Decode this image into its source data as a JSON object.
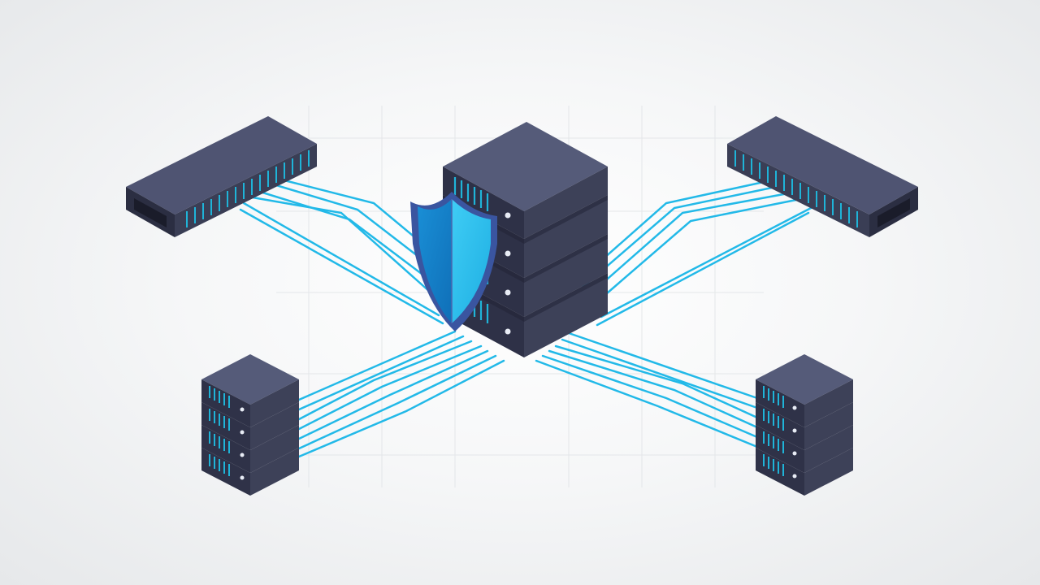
{
  "scene": {
    "kind": "isometric-network-security-illustration",
    "text": []
  },
  "colors": {
    "background": "#eef0f1",
    "grid": "#e3e6e9",
    "cable": "#20b8e6",
    "server_top": "#545a78",
    "server_left": "#2e3147",
    "server_right": "#3d4158",
    "vent": "#1fb4d8",
    "led": "#e8ecf5",
    "shield_dark": "#1689d0",
    "shield_light": "#2cc0ee",
    "shield_border": "#3a55a0"
  },
  "objects": {
    "central_server_units": 4,
    "left_server_units": 4,
    "right_server_units": 4,
    "switch_count": 2,
    "shield_icon": "shield-icon"
  }
}
